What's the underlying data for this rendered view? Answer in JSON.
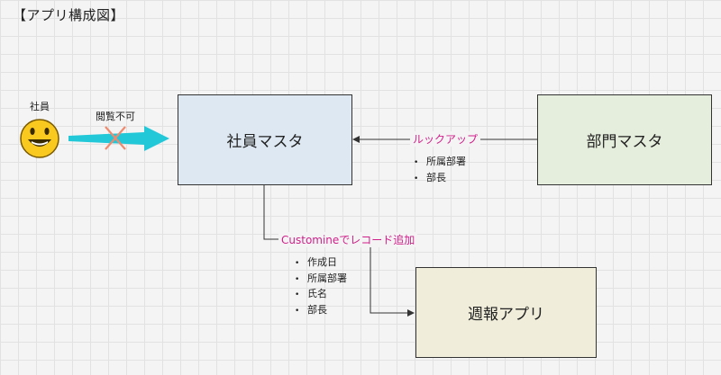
{
  "title": "【アプリ構成図】",
  "actor": {
    "label": "社員",
    "icon": "smiley-face-icon"
  },
  "access": {
    "label": "閲覧不可",
    "arrow_color": "#22c8d8",
    "cross_color": "#f08a6e"
  },
  "boxes": {
    "employee_master": "社員マスタ",
    "department_master": "部門マスタ",
    "weekly_app": "週報アプリ"
  },
  "lookup": {
    "label": "ルックアップ",
    "fields": [
      "所属部署",
      "部長"
    ]
  },
  "customine": {
    "label": "Customineでレコード追加",
    "fields": [
      "作成日",
      "所属部署",
      "氏名",
      "部長"
    ]
  },
  "colors": {
    "employee_master_fill": "#dde8f2",
    "department_master_fill": "#e5eddc",
    "weekly_app_fill": "#f0eedb",
    "connector_label": "#d11f8a"
  }
}
